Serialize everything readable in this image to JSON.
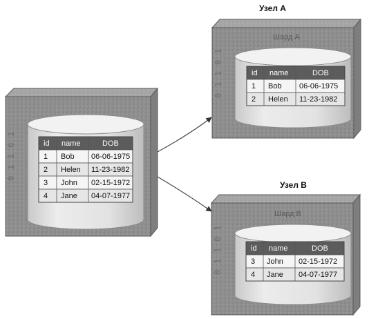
{
  "nodes": {
    "a": {
      "label": "Узел A",
      "shard": "Шард A"
    },
    "b": {
      "label": "Узел B",
      "shard": "Шард B"
    }
  },
  "bits": [
    "0",
    "1",
    "1",
    "0",
    "1"
  ],
  "columns": [
    "id",
    "name",
    "DOB"
  ],
  "tables": {
    "source": [
      [
        "1",
        "Bob",
        "06-06-1975"
      ],
      [
        "2",
        "Helen",
        "11-23-1982"
      ],
      [
        "3",
        "John",
        "02-15-1972"
      ],
      [
        "4",
        "Jane",
        "04-07-1977"
      ]
    ],
    "a": [
      [
        "1",
        "Bob",
        "06-06-1975"
      ],
      [
        "2",
        "Helen",
        "11-23-1982"
      ]
    ],
    "b": [
      [
        "3",
        "John",
        "02-15-1972"
      ],
      [
        "4",
        "Jane",
        "04-07-1977"
      ]
    ]
  }
}
